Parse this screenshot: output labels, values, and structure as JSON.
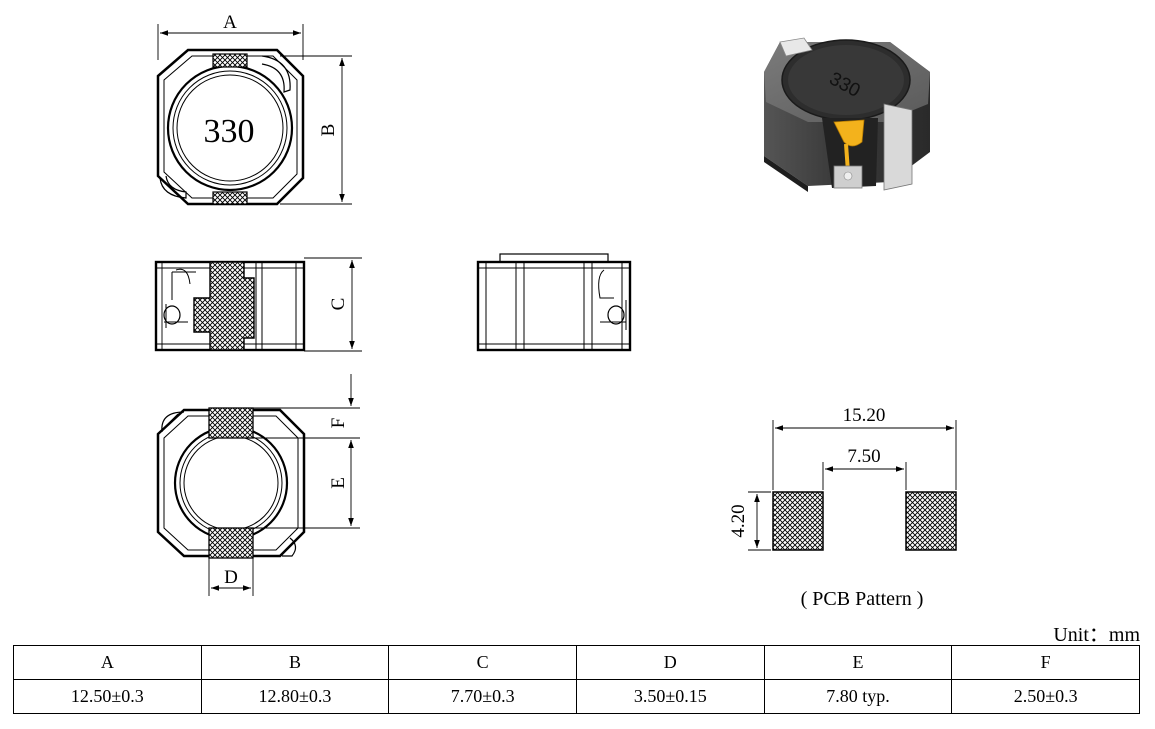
{
  "labels": {
    "dim_a": "A",
    "dim_b": "B",
    "dim_c": "C",
    "dim_d": "D",
    "dim_e": "E",
    "dim_f": "F",
    "part_marking": "330",
    "pcb_width": "15.20",
    "pcb_gap": "7.50",
    "pcb_height": "4.20",
    "pcb_caption": "( PCB Pattern )"
  },
  "unit": "Unit：mm",
  "spec_table": {
    "headers": [
      "A",
      "B",
      "C",
      "D",
      "E",
      "F"
    ],
    "values": [
      "12.50±0.3",
      "12.80±0.3",
      "7.70±0.3",
      "3.50±0.15",
      "7.80 typ.",
      "2.50±0.3"
    ]
  },
  "colors": {
    "outline": "#000000",
    "body_dark": "#3a3a3a",
    "terminal_gray": "#bdbdbd",
    "winding_gold": "#f3b21c"
  }
}
